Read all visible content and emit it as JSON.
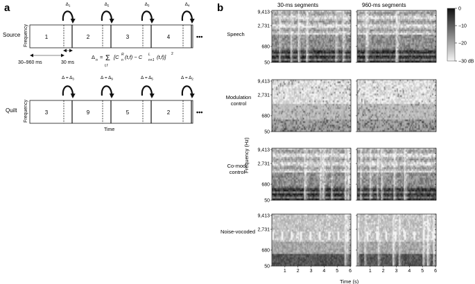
{
  "panel_a": {
    "label": "a",
    "source_label": "Source",
    "quilt_label": "Quilt",
    "y_axis": "Frequency",
    "x_axis": "Time",
    "source_segments": [
      "1",
      "2",
      "3",
      "4"
    ],
    "quilt_segments": [
      "3",
      "9",
      "5",
      "2"
    ],
    "ellipsis": "•••",
    "source_deltas": [
      {
        "base": "Δ",
        "sub": "1"
      },
      {
        "base": "Δ",
        "sub": "2"
      },
      {
        "base": "Δ",
        "sub": "3"
      },
      {
        "base": "Δ",
        "sub": "4"
      }
    ],
    "quilt_deltas": [
      {
        "base": "Δ = Δ",
        "sub": "3"
      },
      {
        "base": "Δ = Δ",
        "sub": "9"
      },
      {
        "base": "Δ = Δ",
        "sub": "5"
      },
      {
        "base": "Δ = Δ",
        "sub": "2"
      }
    ],
    "seg_range": "30–960 ms",
    "overlap": "30 ms",
    "formula": {
      "lhs": "Δ",
      "lhs_sub": "n",
      "eq": "=",
      "sum": "Σ",
      "sum_sub": "t,f",
      "open": "[C",
      "c1_sup": "R",
      "c1_sub": "n",
      "mid": "(t,f) − C",
      "c2_sup": "L",
      "c2_sub": "n+1",
      "close": "(t,f)]",
      "exp": "2"
    }
  },
  "panel_b": {
    "label": "b",
    "col_titles": [
      "30-ms segments",
      "960-ms segments"
    ],
    "rows": [
      "Speech",
      "Modulation control",
      "Co-mod. control",
      "Noise-vocoded"
    ],
    "y_ticks": [
      "9,413",
      "2,731",
      "680",
      "50"
    ],
    "x_ticks": [
      "1",
      "2",
      "3",
      "4",
      "5",
      "6"
    ],
    "ylabel": "Frequency (Hz)",
    "xlabel": "Time (s)",
    "colorbar_ticks": [
      "0",
      "−10",
      "−20",
      "−30 dB"
    ],
    "colors": {
      "dark": "#111111",
      "light": "#f5f5f5"
    }
  }
}
